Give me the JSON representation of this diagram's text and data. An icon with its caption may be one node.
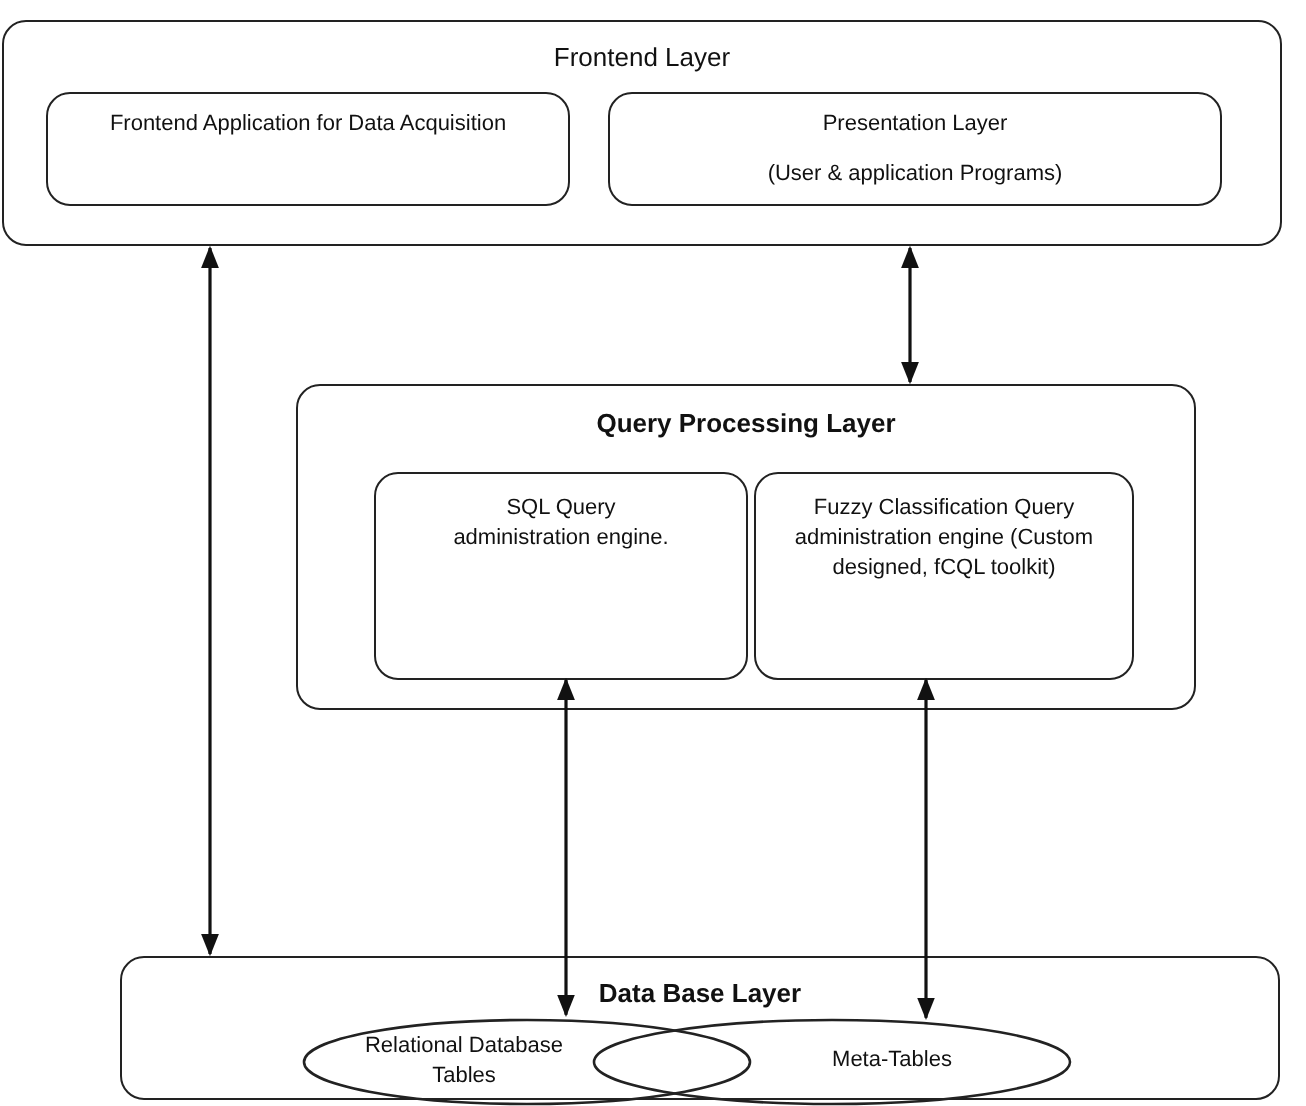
{
  "diagram": {
    "nodes": [
      {
        "text": [
          "Frontend Layer"
        ]
      },
      {
        "text": [
          "Frontend Application for Data Acquisition"
        ],
        "in": 0
      },
      {
        "text": [
          "Presentation Layer",
          "(User & application Programs)"
        ],
        "in": 0
      },
      {
        "text": [
          "Query Processing Layer"
        ]
      },
      {
        "text": [
          "SQL Query administration engine."
        ],
        "in": 3
      },
      {
        "text": [
          "Fuzzy Classification Query administration engine (Custom designed, fCQL toolkit)"
        ],
        "in": 3
      },
      {
        "text": [
          "Data Base Layer"
        ]
      },
      {
        "text": [
          "Relational Database Tables"
        ],
        "in": 6
      },
      {
        "text": [
          "Meta-Tables"
        ],
        "in": 6
      }
    ],
    "edges": [
      {
        "from": 0,
        "to": 6,
        "arrow": "both"
      },
      {
        "from": 0,
        "to": 3,
        "arrow": "both"
      },
      {
        "from": 4,
        "to": 7,
        "arrow": "both"
      },
      {
        "from": 5,
        "to": 8,
        "arrow": "both"
      }
    ]
  }
}
